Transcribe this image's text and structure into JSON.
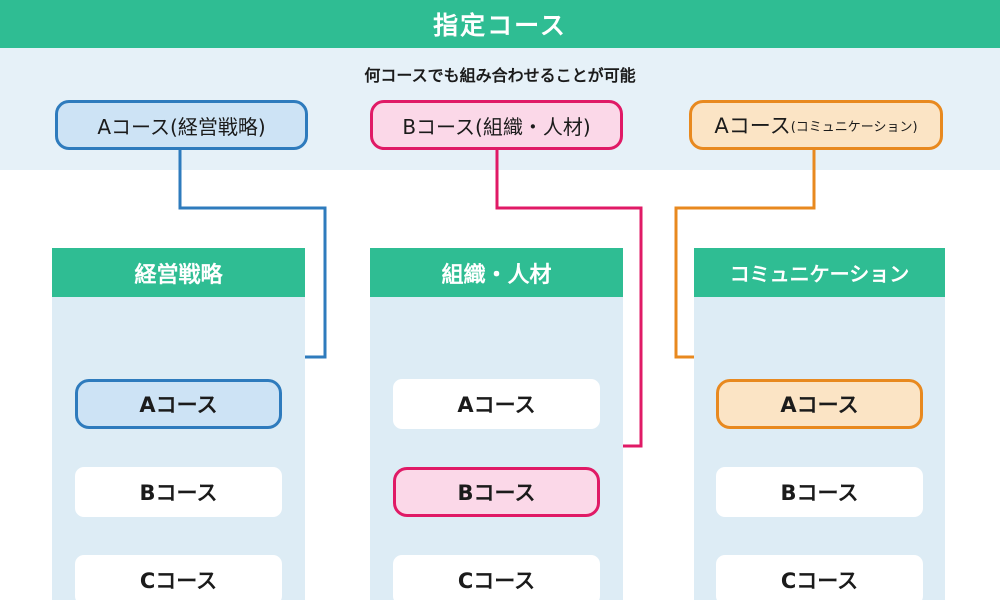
{
  "header": {
    "title": "指定コース"
  },
  "band": {
    "subtitle": "何コースでも組み合わせることが可能"
  },
  "top_boxes": [
    {
      "label": "Aコース(経営戦略)",
      "sub_label": "",
      "theme": "blue"
    },
    {
      "label": "Bコース(組織・人材)",
      "sub_label": "",
      "theme": "pink"
    },
    {
      "label": "Aコース",
      "sub_label": "(コミュニケーション)",
      "theme": "orange"
    }
  ],
  "columns": [
    {
      "header": "経営戦略",
      "items": [
        {
          "label": "Aコース",
          "highlight": "blue"
        },
        {
          "label": "Bコース",
          "highlight": null
        },
        {
          "label": "Cコース",
          "highlight": null
        }
      ]
    },
    {
      "header": "組織・人材",
      "items": [
        {
          "label": "Aコース",
          "highlight": null
        },
        {
          "label": "Bコース",
          "highlight": "pink"
        },
        {
          "label": "Cコース",
          "highlight": null
        }
      ]
    },
    {
      "header": "コミュニケーション",
      "items": [
        {
          "label": "Aコース",
          "highlight": "orange"
        },
        {
          "label": "Bコース",
          "highlight": null
        },
        {
          "label": "Cコース",
          "highlight": null
        }
      ]
    }
  ],
  "colors": {
    "teal": "#2fbd93",
    "band_bg": "#e6f1f8",
    "column_bg": "#ddecf5",
    "blue": "#2e7bbd",
    "blue_fill": "#cde3f5",
    "pink": "#e01a66",
    "pink_fill": "#fbd8e8",
    "orange": "#e8891f",
    "orange_fill": "#fbe4c5",
    "text_dark": "#1b1b1b",
    "white": "#ffffff"
  }
}
